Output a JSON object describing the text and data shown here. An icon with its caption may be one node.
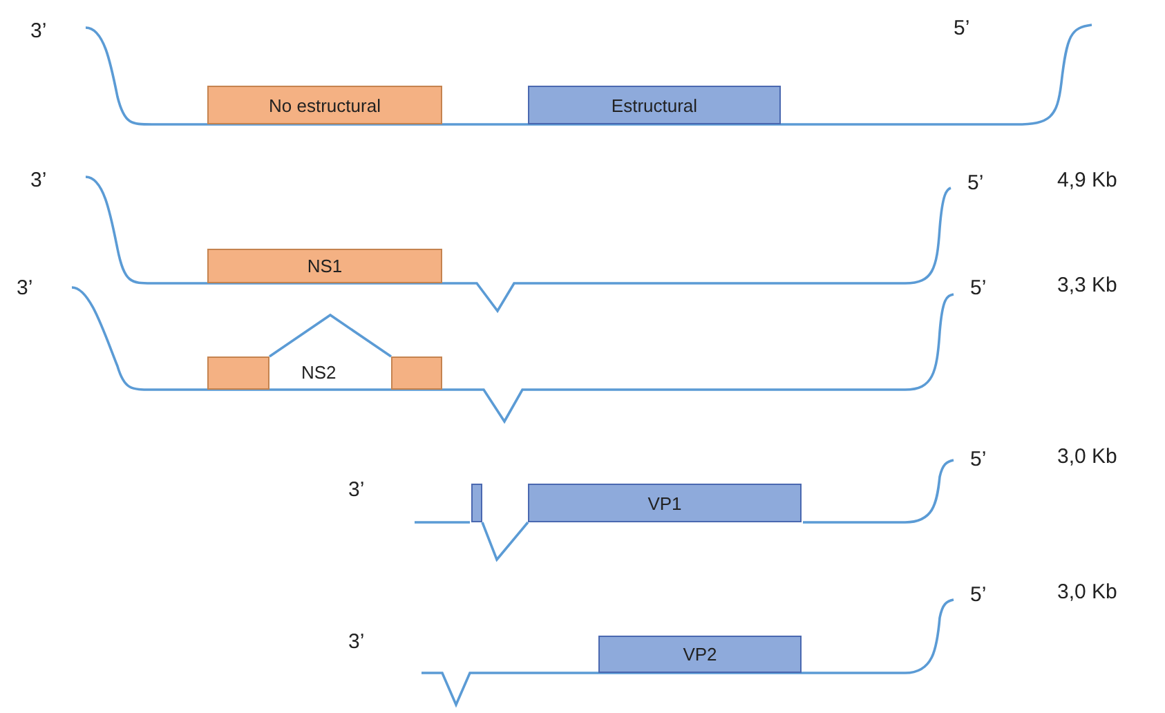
{
  "diagram": {
    "nodes": [
      {
        "text": [
          "No estructural"
        ]
      },
      {
        "text": [
          "Estructural"
        ]
      },
      {
        "text": [
          "NS1"
        ]
      },
      {
        "text": [],
        "shape": "box"
      },
      {
        "text": [],
        "shape": "box"
      },
      {
        "text": [],
        "shape": "box"
      },
      {
        "text": [
          "VP1"
        ]
      },
      {
        "text": [
          "VP2"
        ]
      }
    ],
    "edges": [
      {
        "from": 3,
        "to": 4,
        "arrow": "none"
      },
      {
        "from": 5,
        "to": 6,
        "arrow": "none"
      }
    ],
    "labels": [
      "3’",
      "5’",
      "3’",
      "5’",
      "4,9 Kb",
      "3’",
      "5’",
      "3,3 Kb",
      "NS2",
      "5’",
      "3,0 Kb",
      "3’",
      "5’",
      "3,0 Kb",
      "3’"
    ]
  }
}
